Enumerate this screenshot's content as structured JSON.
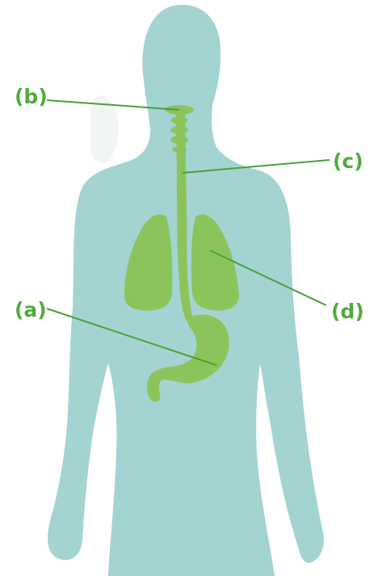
{
  "colors": {
    "background": "#ffffff",
    "body": "#a3d4d2",
    "organ": "#8cc45c",
    "leader_line": "#4aa038",
    "label": "#52ab3d"
  },
  "labels": {
    "a": "(a)",
    "b": "(b)",
    "c": "(c)",
    "d": "(d)"
  }
}
